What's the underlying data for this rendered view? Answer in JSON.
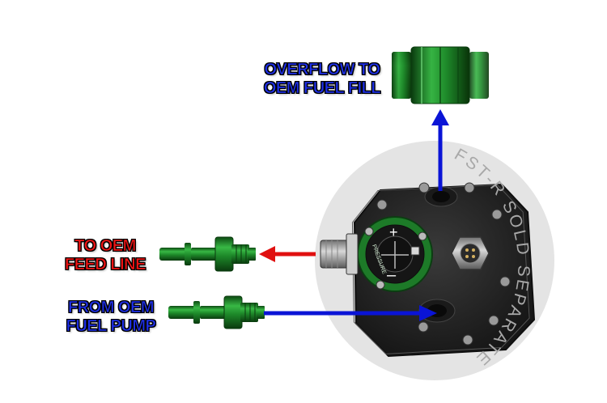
{
  "labels": {
    "overflow": [
      "OVERFLOW TO",
      "OEM FUEL FILL"
    ],
    "feed": [
      "TO OEM",
      "FEED LINE"
    ],
    "pump": [
      "FROM OEM",
      "FUEL PUMP"
    ],
    "sold_separately": "FST-R SOLD SEPARATELY",
    "regulator_text": "PRESSURE"
  },
  "colors": {
    "blue_arrow": "#0a14d6",
    "red_arrow": "#e01010",
    "blue_text": "#1e2fe6",
    "red_text": "#ee1414",
    "fitting_green": "#1f8a2a",
    "halo_gray": "#e4e4e4",
    "base_dark": "#2c2c2c"
  },
  "icons": [
    "plus-icon",
    "minus-icon",
    "electrical-connector-icon",
    "bolt-icon"
  ]
}
